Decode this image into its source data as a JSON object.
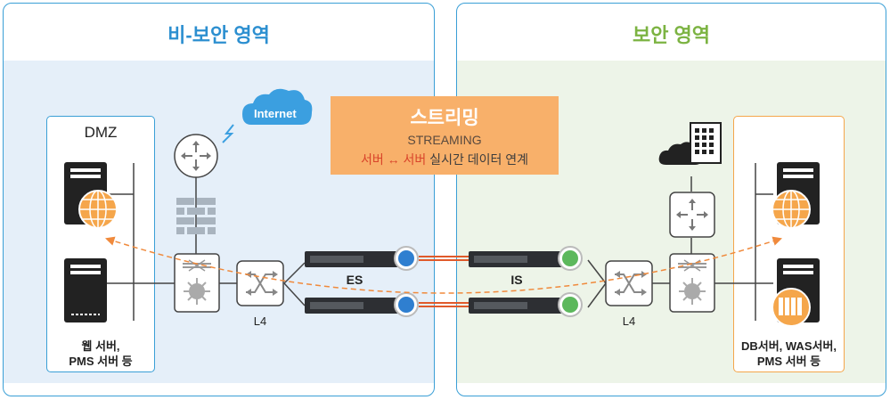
{
  "zones": {
    "left_title": "비-보안 영역",
    "right_title": "보안 영역"
  },
  "dmz": {
    "title": "DMZ",
    "servers_label_line1": "웹 서버,",
    "servers_label_line2": "PMS 서버 등"
  },
  "internet": {
    "label": "Internet"
  },
  "streaming": {
    "title": "스트리밍",
    "subtitle": "STREAMING",
    "desc_highlight": "서버 ↔ 서버",
    "desc_rest": " 실시간 데이터 연계"
  },
  "left_switch_label": "L4",
  "right_switch_label": "L4",
  "es_label": "ES",
  "is_label": "IS",
  "secure_servers": {
    "label_line1": "DB서버, WAS서버,",
    "label_line2": "PMS 서버 등"
  },
  "colors": {
    "zone_border": "#3a9fd6",
    "left_zone_title": "#2c8fd0",
    "right_zone_title": "#7cb342",
    "left_zone_fill": "#e5eff9",
    "right_zone_fill": "#edf4e8",
    "streaming_fill": "#f8b06a",
    "highlight_text": "#d9442b",
    "dashed_flow": "#f08a3c",
    "cable": "#e05a2b",
    "internet_cloud": "#3b9fe0",
    "es_badge": "#2f7fd0",
    "is_badge": "#5cb85c"
  },
  "icons": {
    "internet": "cloud-icon",
    "router": "router-icon",
    "firewall": "firewall-icon",
    "web": "globe-icon",
    "storage": "storage-icon",
    "building": "building-icon",
    "rack_server": "rack-server-icon",
    "tower_server": "tower-server-icon",
    "switch": "l4-switch-icon"
  }
}
